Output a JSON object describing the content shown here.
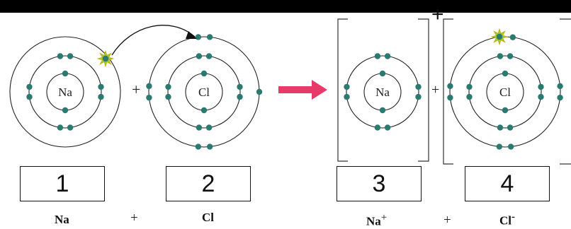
{
  "colors": {
    "electron": "#2b7a6f",
    "shell": "#222222",
    "arrow": "#e8396b",
    "spark": "#9acd32",
    "top_bar": "#000000"
  },
  "atoms": [
    {
      "symbol": "Na",
      "electrons": [
        2,
        8,
        1
      ]
    },
    {
      "symbol": "Cl",
      "electrons": [
        2,
        8,
        7
      ]
    },
    {
      "symbol": "Na",
      "electrons": [
        2,
        8
      ]
    },
    {
      "symbol": "Cl",
      "electrons": [
        2,
        8,
        8
      ]
    }
  ],
  "plus_signs": [
    "+",
    "+",
    "+"
  ],
  "ion_charge": "+",
  "boxes": [
    "1",
    "2",
    "3",
    "4"
  ],
  "labels": {
    "na": "Na",
    "cl": "Cl",
    "na_ion": "Na",
    "na_ion_charge": "+",
    "cl_ion": "Cl",
    "cl_ion_charge": "-",
    "plus_left": "+",
    "plus_right": "+"
  },
  "icons": {
    "transfer_arrow": "curved-arrow-icon",
    "reaction_arrow": "right-arrow-icon",
    "electron_spark": "spark-icon"
  }
}
